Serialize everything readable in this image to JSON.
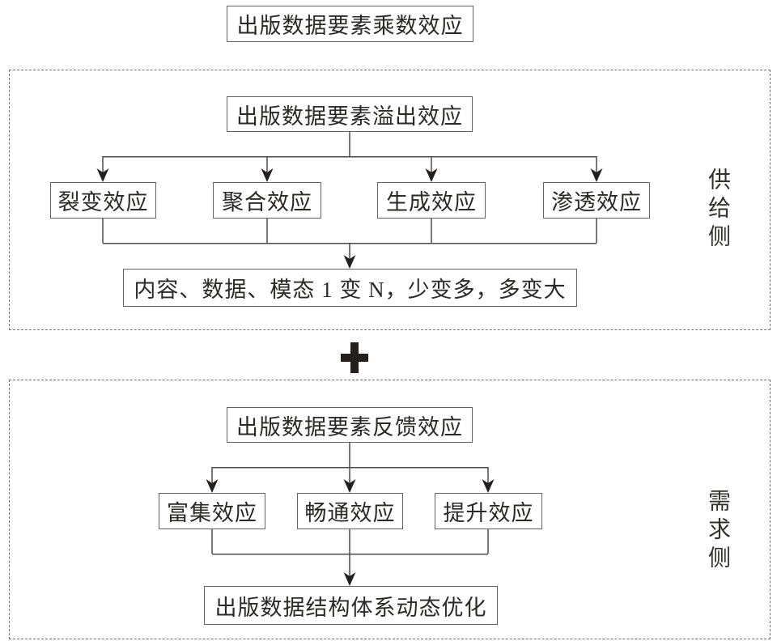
{
  "diagram_title": "出版数据要素乘数效应",
  "plus_symbol": "+",
  "supply": {
    "side_label": "供给侧",
    "header": "出版数据要素溢出效应",
    "effects": [
      "裂变效应",
      "聚合效应",
      "生成效应",
      "渗透效应"
    ],
    "outcome": "内容、数据、模态 1 变 N，少变多，多变大"
  },
  "demand": {
    "side_label": "需求侧",
    "header": "出版数据要素反馈效应",
    "effects": [
      "富集效应",
      "畅通效应",
      "提升效应"
    ],
    "outcome": "出版数据结构体系动态优化"
  },
  "colors": {
    "line": "#4f4b49",
    "box_border": "#666260",
    "dashed_border": "#767270",
    "text": "#2d2927",
    "arrow_fill": "#241f1c",
    "background": "#ffffff"
  }
}
